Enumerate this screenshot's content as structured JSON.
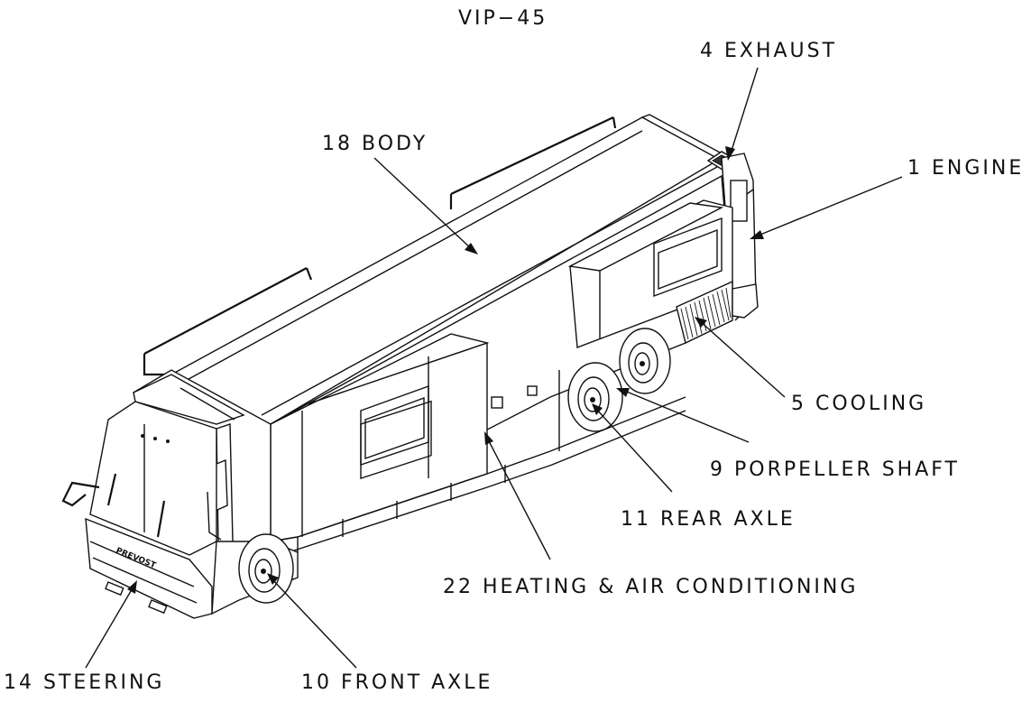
{
  "diagram": {
    "title": "VIP−45",
    "callouts": {
      "exhaust": "4  EXHAUST",
      "body": "18  BODY",
      "engine": "1  ENGINE",
      "cooling": "5  COOLING",
      "propeller_shaft": "9  PORPELLER  SHAFT",
      "rear_axle": "11  REAR  AXLE",
      "heating_ac": "22  HEATING  &  AIR  CONDITIONING",
      "steering": "14  STEERING",
      "front_axle": "10  FRONT  AXLE"
    },
    "brand_text": "PREVOST"
  }
}
